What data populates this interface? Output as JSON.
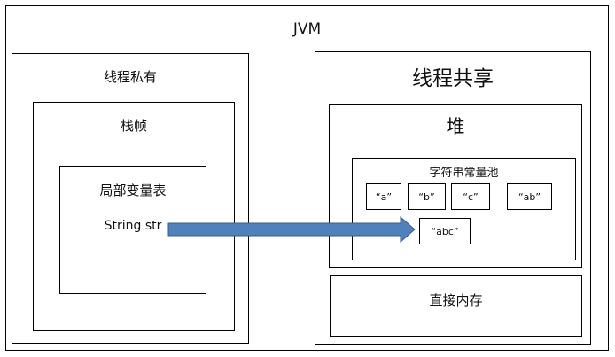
{
  "jvm": {
    "title": "JVM",
    "thread_private": {
      "title": "线程私有",
      "stack_frame": {
        "title": "栈帧",
        "local_variable_table": {
          "title": "局部变量表",
          "variable": "String str"
        }
      }
    },
    "thread_shared": {
      "title": "线程共享",
      "heap": {
        "title": "堆",
        "string_constant_pool": {
          "title": "字符串常量池",
          "items": [
            "“a”",
            "“b”",
            "“c”",
            "“ab”",
            "“abc”"
          ]
        }
      },
      "direct_memory": {
        "title": "直接内存"
      }
    }
  },
  "colors": {
    "border": "#000000",
    "arrow_fill": "#4f81bd",
    "arrow_stroke": "#385d8a"
  }
}
